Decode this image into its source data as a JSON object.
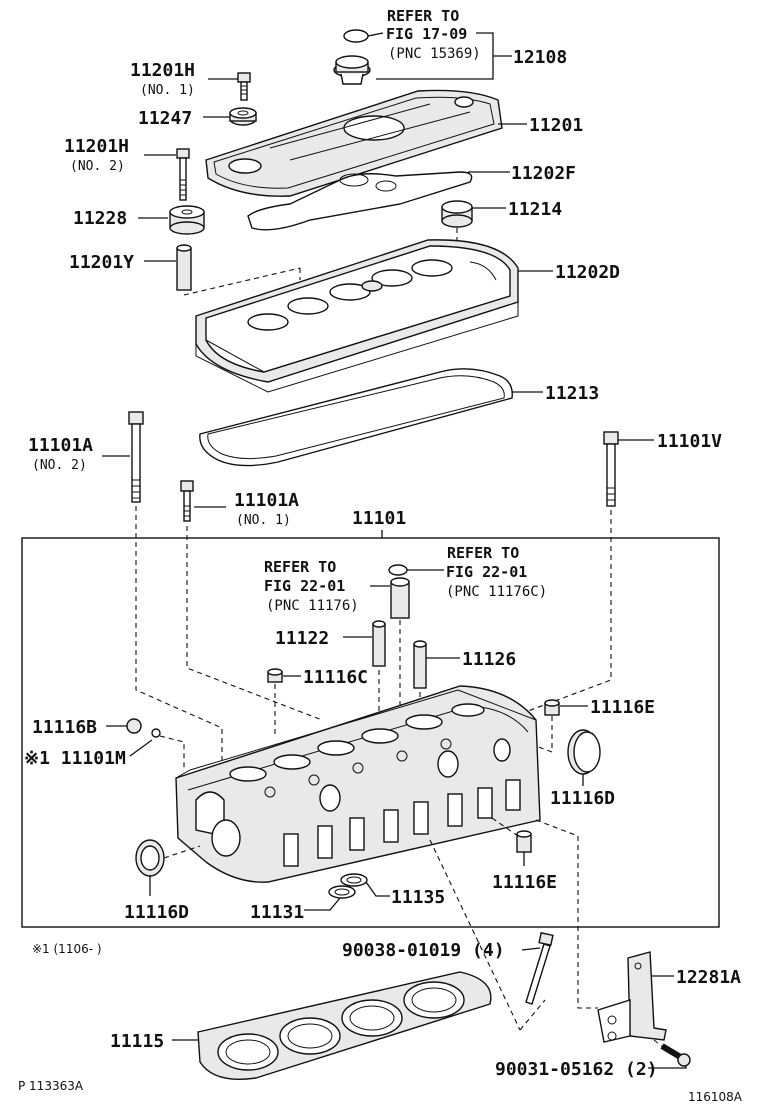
{
  "refs": {
    "top_refer_label": "REFER TO",
    "top_fig": "FIG 17-09",
    "top_pnc": "(PNC 15369)",
    "left_refer_label": "REFER TO",
    "left_fig": "FIG 22-01",
    "left_pnc": "(PNC 11176)",
    "right_refer_label": "REFER TO",
    "right_fig": "FIG 22-01",
    "right_pnc": "(PNC 11176C)"
  },
  "labels": {
    "p12108": "12108",
    "p11201H_1": "11201H",
    "p11201H_1_sub": "(NO. 1)",
    "p11247": "11247",
    "p11201": "11201",
    "p11201H_2": "11201H",
    "p11201H_2_sub": "(NO. 2)",
    "p11202F": "11202F",
    "p11228": "11228",
    "p11214": "11214",
    "p11201Y": "11201Y",
    "p11202D": "11202D",
    "p11213": "11213",
    "p11101A_2": "11101A",
    "p11101A_2_sub": "(NO. 2)",
    "p11101V": "11101V",
    "p11101A_1": "11101A",
    "p11101A_1_sub": "(NO. 1)",
    "p11101": "11101",
    "p11122": "11122",
    "p11126": "11126",
    "p11116C": "11116C",
    "p11116E_top": "11116E",
    "p11116B": "11116B",
    "p11101M": "※1 11101M",
    "p11116D_right": "11116D",
    "p11116D_left": "11116D",
    "p11116E_bottom": "11116E",
    "p11131": "11131",
    "p11135": "11135",
    "p90038": "90038-01019 (4)",
    "p12281A": "12281A",
    "p11115": "11115",
    "p90031": "90031-05162 (2)"
  },
  "footnote": "※1 (1106-     )",
  "footer": {
    "left_code": "P 113363A",
    "right_code": "116108A"
  }
}
